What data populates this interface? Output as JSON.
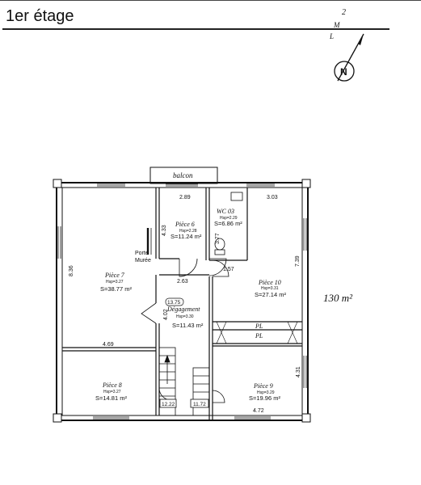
{
  "header": {
    "title": "1er étage"
  },
  "compass": {
    "letters": [
      "N"
    ],
    "scribble": [
      "2",
      "M",
      "L"
    ]
  },
  "handwritten_note": "130 m²",
  "balcony": {
    "label": "balcon"
  },
  "rooms": [
    {
      "id": "piece6",
      "name": "Pièce 6",
      "hsp": "Hsp=2.28",
      "area": "S=11.24 m²"
    },
    {
      "id": "wc",
      "name": "WC 03",
      "hsp": "Hsp=2.29",
      "area": "S=6.86 m²"
    },
    {
      "id": "piece7",
      "name": "Pièce 7",
      "hsp": "Hsp=3.27",
      "area": "S=38.77 m²"
    },
    {
      "id": "piece10",
      "name": "Pièce 10",
      "hsp": "Hsp=3.31",
      "area": "S=27.14 m²"
    },
    {
      "id": "deg",
      "name": "Dégagement",
      "hsp": "Hsp=3.30",
      "area": "S=11.43 m²"
    },
    {
      "id": "piece8",
      "name": "Pièce 8",
      "hsp": "Hsp=3.27",
      "area": "S=14.81 m²"
    },
    {
      "id": "piece9",
      "name": "Pièce 9",
      "hsp": "Hsp=3.29",
      "area": "S=19.96 m²"
    }
  ],
  "labels": {
    "porte": "Porte",
    "muree": "Murée",
    "deg_bubble": "13.75",
    "stair_left": "12.22",
    "stair_right": "11.72",
    "pl1": "PL",
    "pl2": "PL"
  },
  "dimensions": {
    "d_289": "2.89",
    "d_303": "3.03",
    "d_433": "4.33",
    "d_377": "3.77",
    "d_836": "8.36",
    "d_157": "1.57",
    "d_263": "2.63",
    "d_739": "7.39",
    "d_402": "4.02",
    "d_469": "4.69",
    "d_431": "4.31",
    "d_472": "4.72"
  }
}
